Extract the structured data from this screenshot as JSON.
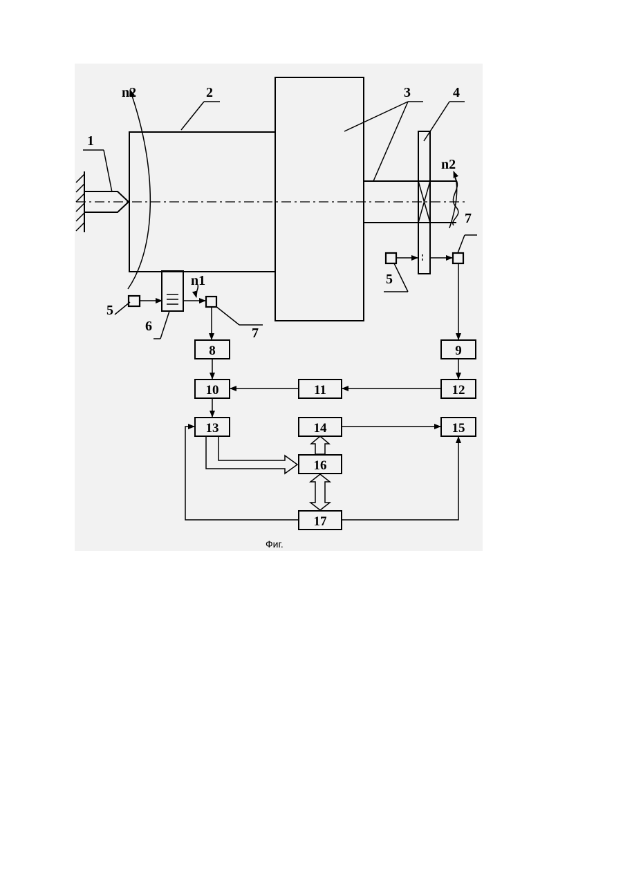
{
  "labels": {
    "l1": "1",
    "l2": "2",
    "l3": "3",
    "l4": "4",
    "l5a": "5",
    "l5b": "5",
    "l6": "6",
    "l7a": "7",
    "l7b": "7",
    "n2_left": "n2",
    "n2_right": "n2",
    "n1": "n1"
  },
  "blocks": {
    "b8": "8",
    "b9": "9",
    "b10": "10",
    "b11": "11",
    "b12": "12",
    "b13": "13",
    "b14": "14",
    "b15": "15",
    "b16": "16",
    "b17": "17"
  },
  "caption": "Фиг."
}
